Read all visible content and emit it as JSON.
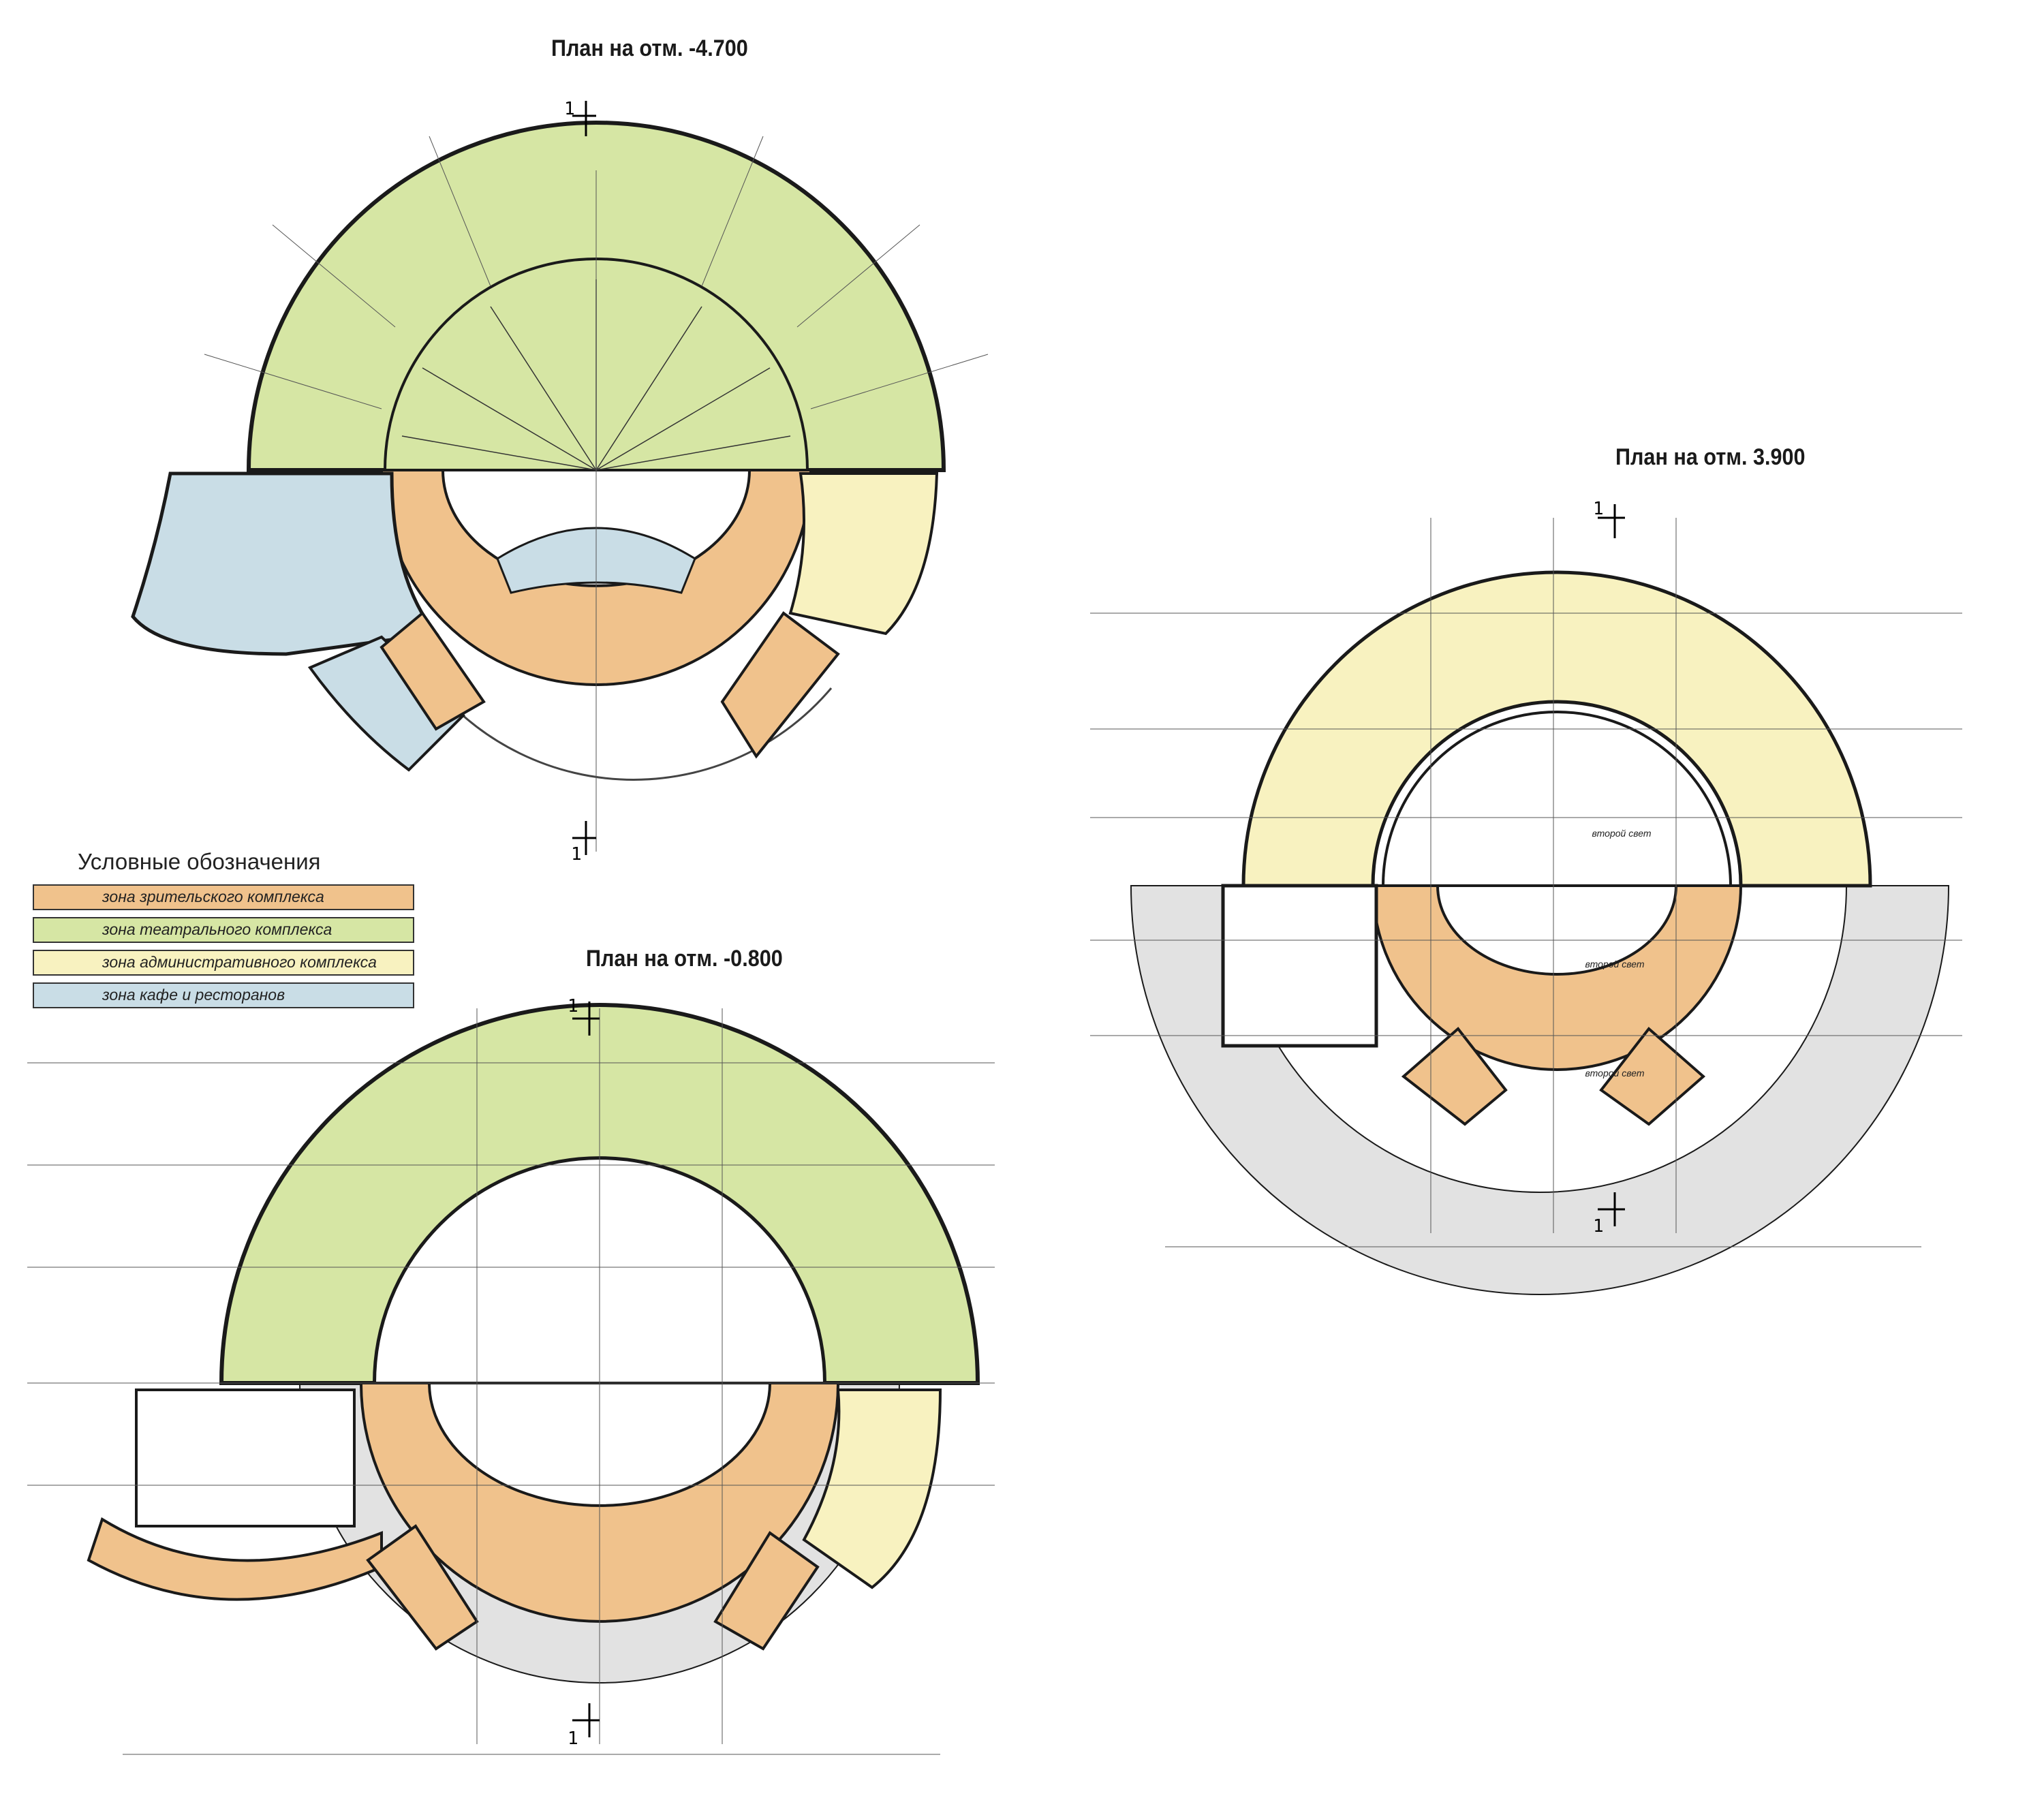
{
  "titles": {
    "plan_minus_4700": "План на отм. -4.700",
    "plan_3900": "План на отм. 3.900",
    "plan_minus_0800": "План на отм. -0.800"
  },
  "section_mark": "1",
  "legend": {
    "title": "Условные обозначения",
    "items": [
      {
        "label": "зона зрительского комплекса",
        "color": "#f0c28c"
      },
      {
        "label": "зона театрального комплекса",
        "color": "#d6e6a4"
      },
      {
        "label": "зона административного комплекса",
        "color": "#f8f2c0"
      },
      {
        "label": "зона кафе и ресторанов",
        "color": "#c9dde6"
      }
    ]
  },
  "room_labels": {
    "second_light": "второй свет"
  },
  "colors": {
    "spectator": "#f0c28c",
    "theatre": "#d6e6a4",
    "admin": "#f8f2c0",
    "cafe": "#c9dde6",
    "grey_zone": "#e2e2e2",
    "line": "#1a1a1a"
  }
}
